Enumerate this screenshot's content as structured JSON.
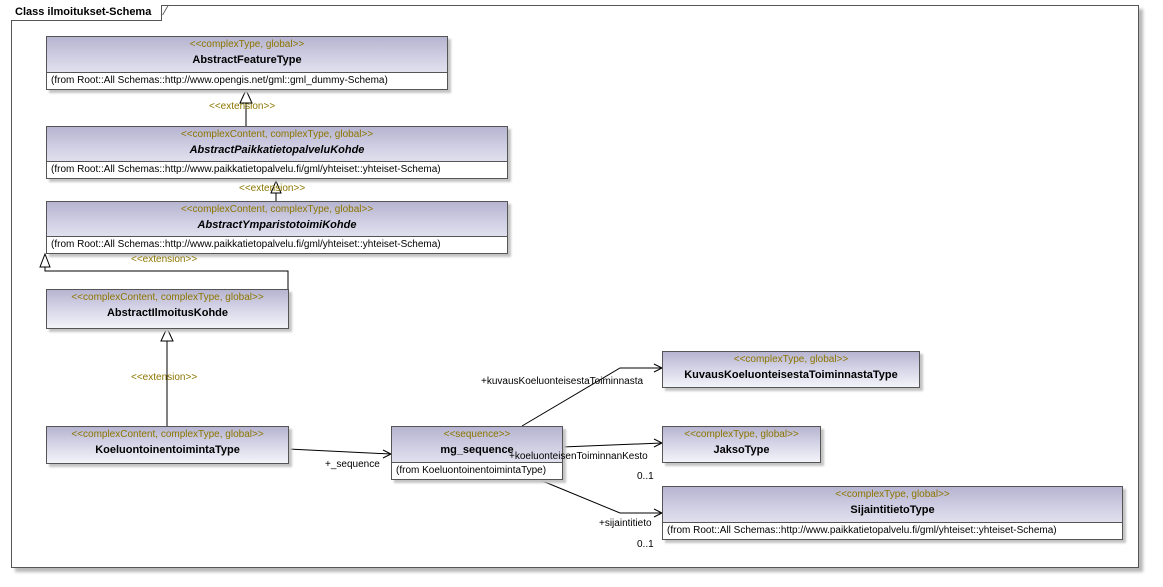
{
  "diagram": {
    "title": "Class ilmoitukset-Schema"
  },
  "classes": {
    "abstract_feature": {
      "stereotype": "<<complexType, global>>",
      "name": "AbstractFeatureType",
      "from": "(from Root::All Schemas::http://www.opengis.net/gml::gml_dummy-Schema)"
    },
    "abstract_paikkatieto": {
      "stereotype": "<<complexContent, complexType, global>>",
      "name": "AbstractPaikkatietopalveluKohde",
      "from": "(from Root::All Schemas::http://www.paikkatietopalvelu.fi/gml/yhteiset::yhteiset-Schema)"
    },
    "abstract_ymparisto": {
      "stereotype": "<<complexContent, complexType, global>>",
      "name": "AbstractYmparistotoimiKohde",
      "from": "(from Root::All Schemas::http://www.paikkatietopalvelu.fi/gml/yhteiset::yhteiset-Schema)"
    },
    "abstract_ilmoitus": {
      "stereotype": "<<complexContent, complexType, global>>",
      "name": "AbstractIlmoitusKohde"
    },
    "koeluontoinen": {
      "stereotype": "<<complexContent, complexType, global>>",
      "name": "KoeluontoinentoimintaType"
    },
    "mg_sequence": {
      "stereotype": "<<sequence>>",
      "name": "mg_sequence",
      "from": "(from KoeluontoinentoimintaType)"
    },
    "kuvaus": {
      "stereotype": "<<complexType, global>>",
      "name": "KuvausKoeluonteisestaToiminnastaType"
    },
    "jakso": {
      "stereotype": "<<complexType, global>>",
      "name": "JaksoType"
    },
    "sijaintitieto": {
      "stereotype": "<<complexType, global>>",
      "name": "SijaintitietoType",
      "from": "(from Root::All Schemas::http://www.paikkatietopalvelu.fi/gml/yhteiset::yhteiset-Schema)"
    }
  },
  "relations": {
    "extension_label": "<<extension>>",
    "sequence_role": "+_sequence",
    "kuvaus_role": "+kuvausKoeluonteisestaToiminnasta",
    "kesto_role": "+koeluonteisenToiminnanKesto",
    "kesto_mult": "0..1",
    "sijainti_role": "+sijaintitieto",
    "sijainti_mult": "0..1"
  }
}
